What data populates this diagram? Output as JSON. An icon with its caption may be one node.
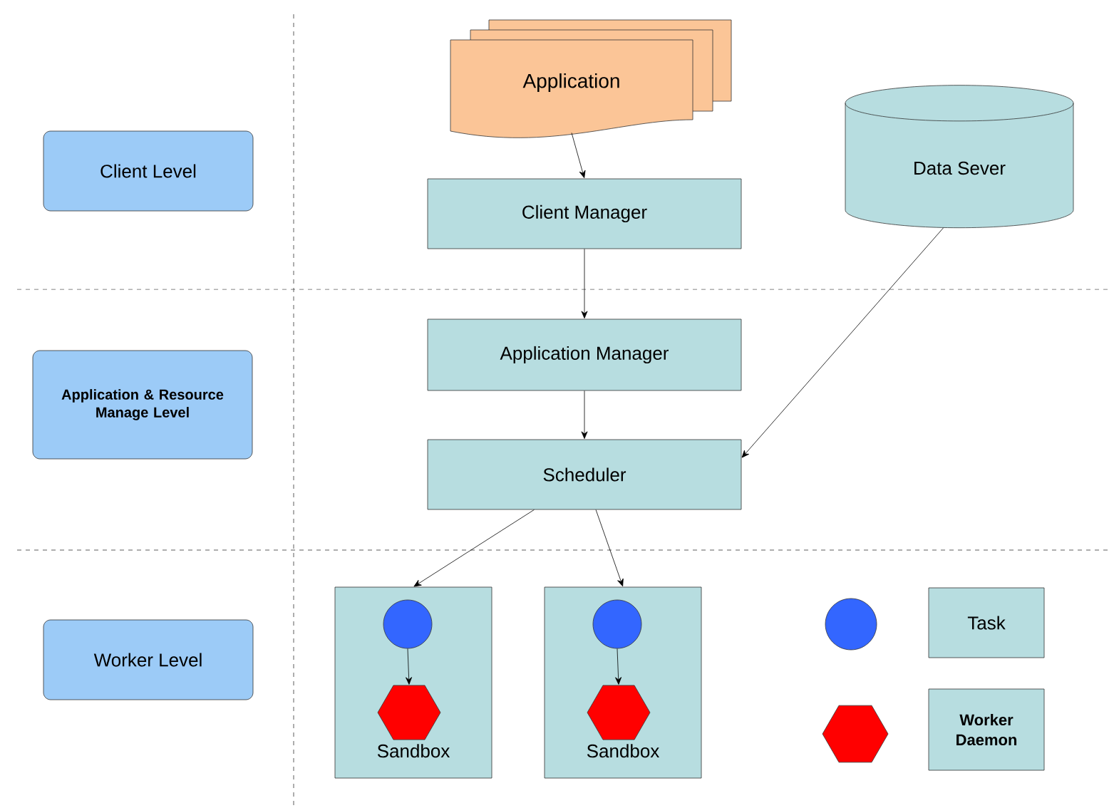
{
  "diagram": {
    "nodes": [
      {
        "text": [
          "Client Level"
        ]
      },
      {
        "text": [
          "Application & Resource Manage Level"
        ]
      },
      {
        "text": [
          "Worker Level"
        ]
      },
      {
        "text": [
          "Application"
        ]
      },
      {
        "text": [
          "Data Sever"
        ]
      },
      {
        "text": [
          "Client Manager"
        ]
      },
      {
        "text": [
          "Application Manager"
        ]
      },
      {
        "text": [
          "Scheduler"
        ]
      },
      {
        "text": [
          "Sandbox"
        ]
      },
      {
        "text": [],
        "shape": "circle",
        "in": 8
      },
      {
        "text": [],
        "shape": "hexagon",
        "in": 8
      },
      {
        "text": [
          "Sandbox"
        ]
      },
      {
        "text": [],
        "shape": "circle",
        "in": 11
      },
      {
        "text": [],
        "shape": "hexagon",
        "in": 11
      },
      {
        "text": [],
        "shape": "circle"
      },
      {
        "text": [
          "Task"
        ]
      },
      {
        "text": [],
        "shape": "hexagon"
      },
      {
        "text": [
          "Worker Daemon"
        ]
      }
    ],
    "edges": [
      {
        "from": 3,
        "to": 5,
        "arrow": "to"
      },
      {
        "from": 5,
        "to": 6,
        "arrow": "to"
      },
      {
        "from": 6,
        "to": 7,
        "arrow": "to"
      },
      {
        "from": 4,
        "to": 7,
        "arrow": "to"
      },
      {
        "from": 7,
        "to": 8,
        "arrow": "to"
      },
      {
        "from": 7,
        "to": 11,
        "arrow": "to"
      },
      {
        "from": 9,
        "to": 10,
        "arrow": "to"
      },
      {
        "from": 12,
        "to": 13,
        "arrow": "to"
      }
    ]
  }
}
